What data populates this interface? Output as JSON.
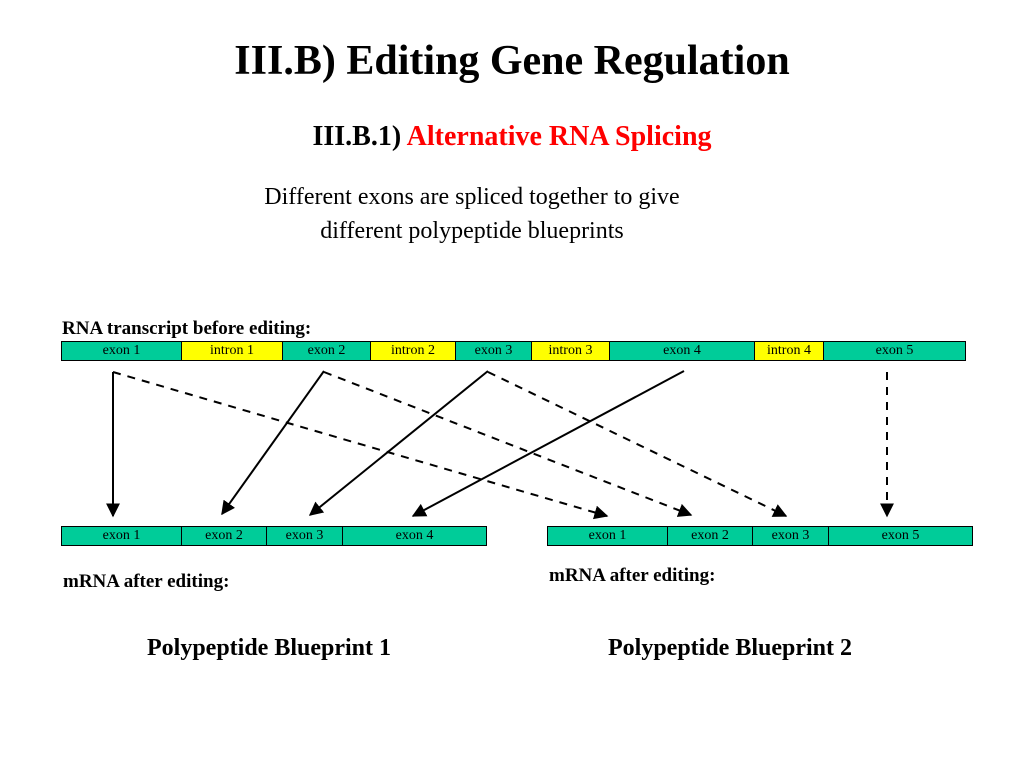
{
  "title": "III.B) Editing Gene Regulation",
  "subtitle": {
    "number": "III.B.1)",
    "topic": "Alternative RNA Splicing"
  },
  "description": [
    "Different exons are spliced together to give",
    "different polypeptide blueprints"
  ],
  "transcript": {
    "label": "RNA transcript before editing:",
    "segments": [
      {
        "text": "exon 1",
        "kind": "exon"
      },
      {
        "text": "intron 1",
        "kind": "intron"
      },
      {
        "text": "exon 2",
        "kind": "exon"
      },
      {
        "text": "intron 2",
        "kind": "intron"
      },
      {
        "text": "exon 3",
        "kind": "exon"
      },
      {
        "text": "intron 3",
        "kind": "intron"
      },
      {
        "text": "exon 4",
        "kind": "exon"
      },
      {
        "text": "intron 4",
        "kind": "intron"
      },
      {
        "text": "exon 5",
        "kind": "exon"
      }
    ]
  },
  "mrna1": {
    "label": "mRNA after editing:",
    "segments": [
      "exon 1",
      "exon 2",
      "exon 3",
      "exon 4"
    ],
    "blueprint": "Polypeptide Blueprint 1"
  },
  "mrna2": {
    "label": "mRNA after editing:",
    "segments": [
      "exon 1",
      "exon 2",
      "exon 3",
      "exon 5"
    ],
    "blueprint": "Polypeptide Blueprint 2"
  },
  "colors": {
    "exon": "#00cc99",
    "intron": "#ffff00",
    "accent": "#ff0000"
  }
}
